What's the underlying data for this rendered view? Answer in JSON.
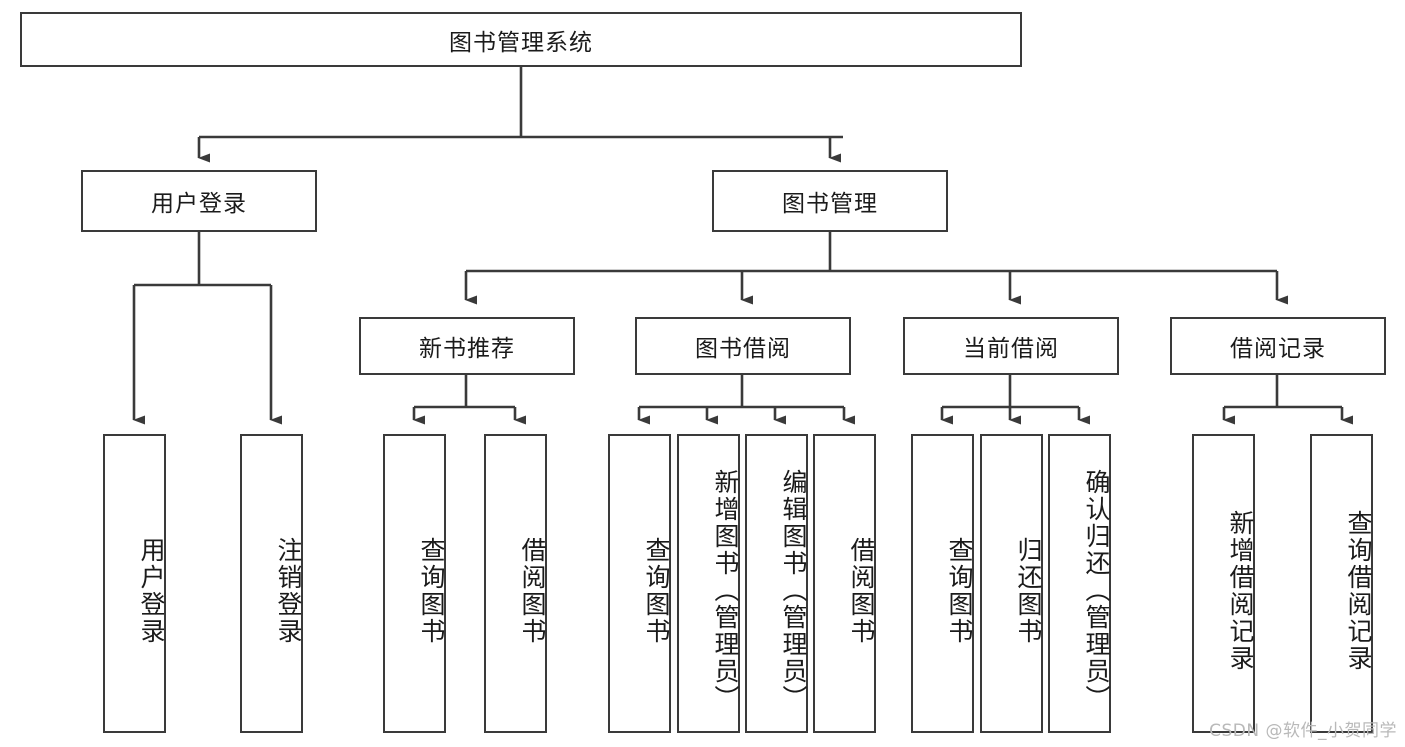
{
  "diagram": {
    "type": "tree-hierarchy",
    "title": "图书管理系统",
    "watermark": "CSDN @软件_小贺同学",
    "colors": {
      "box_border": "#3a3a3a",
      "box_fill": "#ffffff",
      "connector": "#3a3a3a",
      "text": "#1b1b1b",
      "watermark": "#b9b9b9"
    },
    "levels": {
      "level1": [
        {
          "id": "root",
          "label": "图书管理系统"
        }
      ],
      "level2": [
        {
          "id": "user-login",
          "label": "用户登录"
        },
        {
          "id": "book-manage",
          "label": "图书管理"
        }
      ],
      "level3": [
        {
          "id": "new-book-recommend",
          "label": "新书推荐",
          "parent": "book-manage"
        },
        {
          "id": "book-borrow",
          "label": "图书借阅",
          "parent": "book-manage"
        },
        {
          "id": "current-borrow",
          "label": "当前借阅",
          "parent": "book-manage"
        },
        {
          "id": "borrow-record",
          "label": "借阅记录",
          "parent": "book-manage"
        }
      ],
      "leaves": [
        {
          "id": "leaf-user-login",
          "label": "用户登录",
          "parent": "user-login"
        },
        {
          "id": "leaf-logout-login",
          "label": "注销登录",
          "parent": "user-login"
        },
        {
          "id": "leaf-query-book-1",
          "label": "查询图书",
          "parent": "new-book-recommend"
        },
        {
          "id": "leaf-borrow-book-1",
          "label": "借阅图书",
          "parent": "new-book-recommend"
        },
        {
          "id": "leaf-query-book-2",
          "label": "查询图书",
          "parent": "book-borrow"
        },
        {
          "id": "leaf-add-book",
          "label": "新增图书（管理员）",
          "parent": "book-borrow"
        },
        {
          "id": "leaf-edit-book",
          "label": "编辑图书（管理员）",
          "parent": "book-borrow"
        },
        {
          "id": "leaf-borrow-book-2",
          "label": "借阅图书",
          "parent": "book-borrow"
        },
        {
          "id": "leaf-query-book-3",
          "label": "查询图书",
          "parent": "current-borrow"
        },
        {
          "id": "leaf-return-book",
          "label": "归还图书",
          "parent": "current-borrow"
        },
        {
          "id": "leaf-confirm-return",
          "label": "确认归还（管理员）",
          "parent": "current-borrow"
        },
        {
          "id": "leaf-add-record",
          "label": "新增借阅记录",
          "parent": "borrow-record"
        },
        {
          "id": "leaf-query-record",
          "label": "查询借阅记录",
          "parent": "borrow-record"
        }
      ]
    }
  }
}
